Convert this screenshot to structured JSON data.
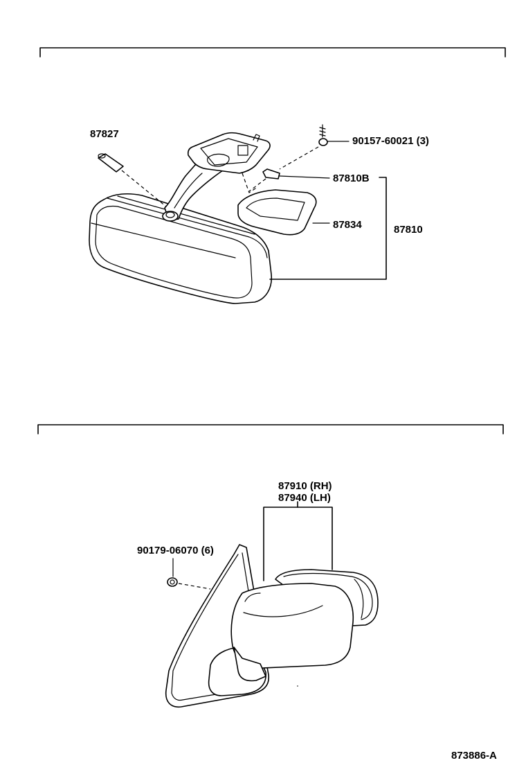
{
  "upper_section": {
    "labels": {
      "part_87827": "87827",
      "part_90157": "90157-60021 (3)",
      "part_87810B": "87810B",
      "part_87834": "87834",
      "part_87810": "87810"
    }
  },
  "lower_section": {
    "labels": {
      "part_87910": "87910 (RH)",
      "part_87940": "87940 (LH)",
      "part_90179": "90179-06070 (6)"
    }
  },
  "footer": {
    "drawing_id": "873886-A"
  }
}
